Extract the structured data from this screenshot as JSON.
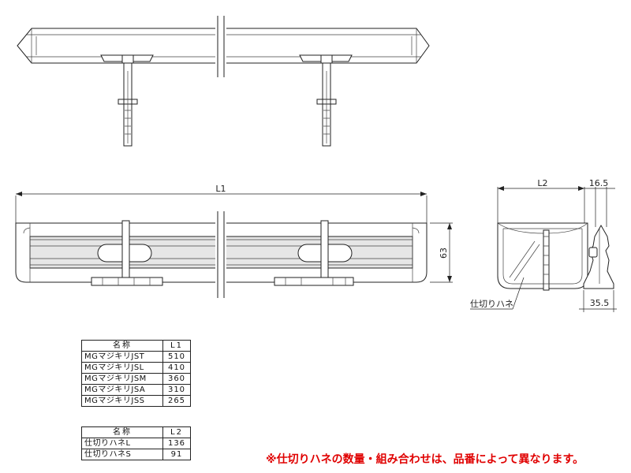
{
  "dimensions": {
    "l1": "L1",
    "l2": "L2",
    "height": "63",
    "width_top": "16.5",
    "width_bottom": "35.5"
  },
  "callout": {
    "partition_label": "仕切りハネ"
  },
  "table_main": {
    "headers": [
      "名称",
      "L1"
    ],
    "rows": [
      [
        "MGマジキリJST",
        "510"
      ],
      [
        "MGマジキリJSL",
        "410"
      ],
      [
        "MGマジキリJSM",
        "360"
      ],
      [
        "MGマジキリJSA",
        "310"
      ],
      [
        "MGマジキリJSS",
        "265"
      ]
    ]
  },
  "table_partition": {
    "headers": [
      "名称",
      "L2"
    ],
    "rows": [
      [
        "仕切りハネL",
        "136"
      ],
      [
        "仕切りハネS",
        "91"
      ]
    ]
  },
  "note": "※仕切りハネの数量・組み合わせは、品番によって異なります。"
}
